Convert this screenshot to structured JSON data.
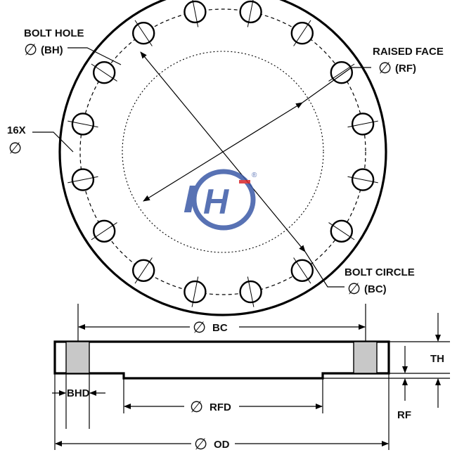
{
  "labels": {
    "bolt_hole_line1": "BOLT HOLE",
    "bolt_hole_line2": "(BH)",
    "raised_face_line1": "RAISED FACE",
    "raised_face_line2": "(RF)",
    "count": "16X",
    "bolt_circle_line1": "BOLT CIRCLE",
    "bolt_circle_line2": "(BC)",
    "bc": "BC",
    "th": "TH",
    "bhd": "BHD",
    "rfd": "RFD",
    "rf": "RF",
    "od": "OD",
    "diameter_symbol": "∅"
  },
  "bolt_hole_count": 16,
  "colors": {
    "line": "#000000",
    "bolt_section_fill": "#c8c8c8",
    "logo_blue": "#3c5aa8",
    "logo_red": "#d8262b"
  }
}
